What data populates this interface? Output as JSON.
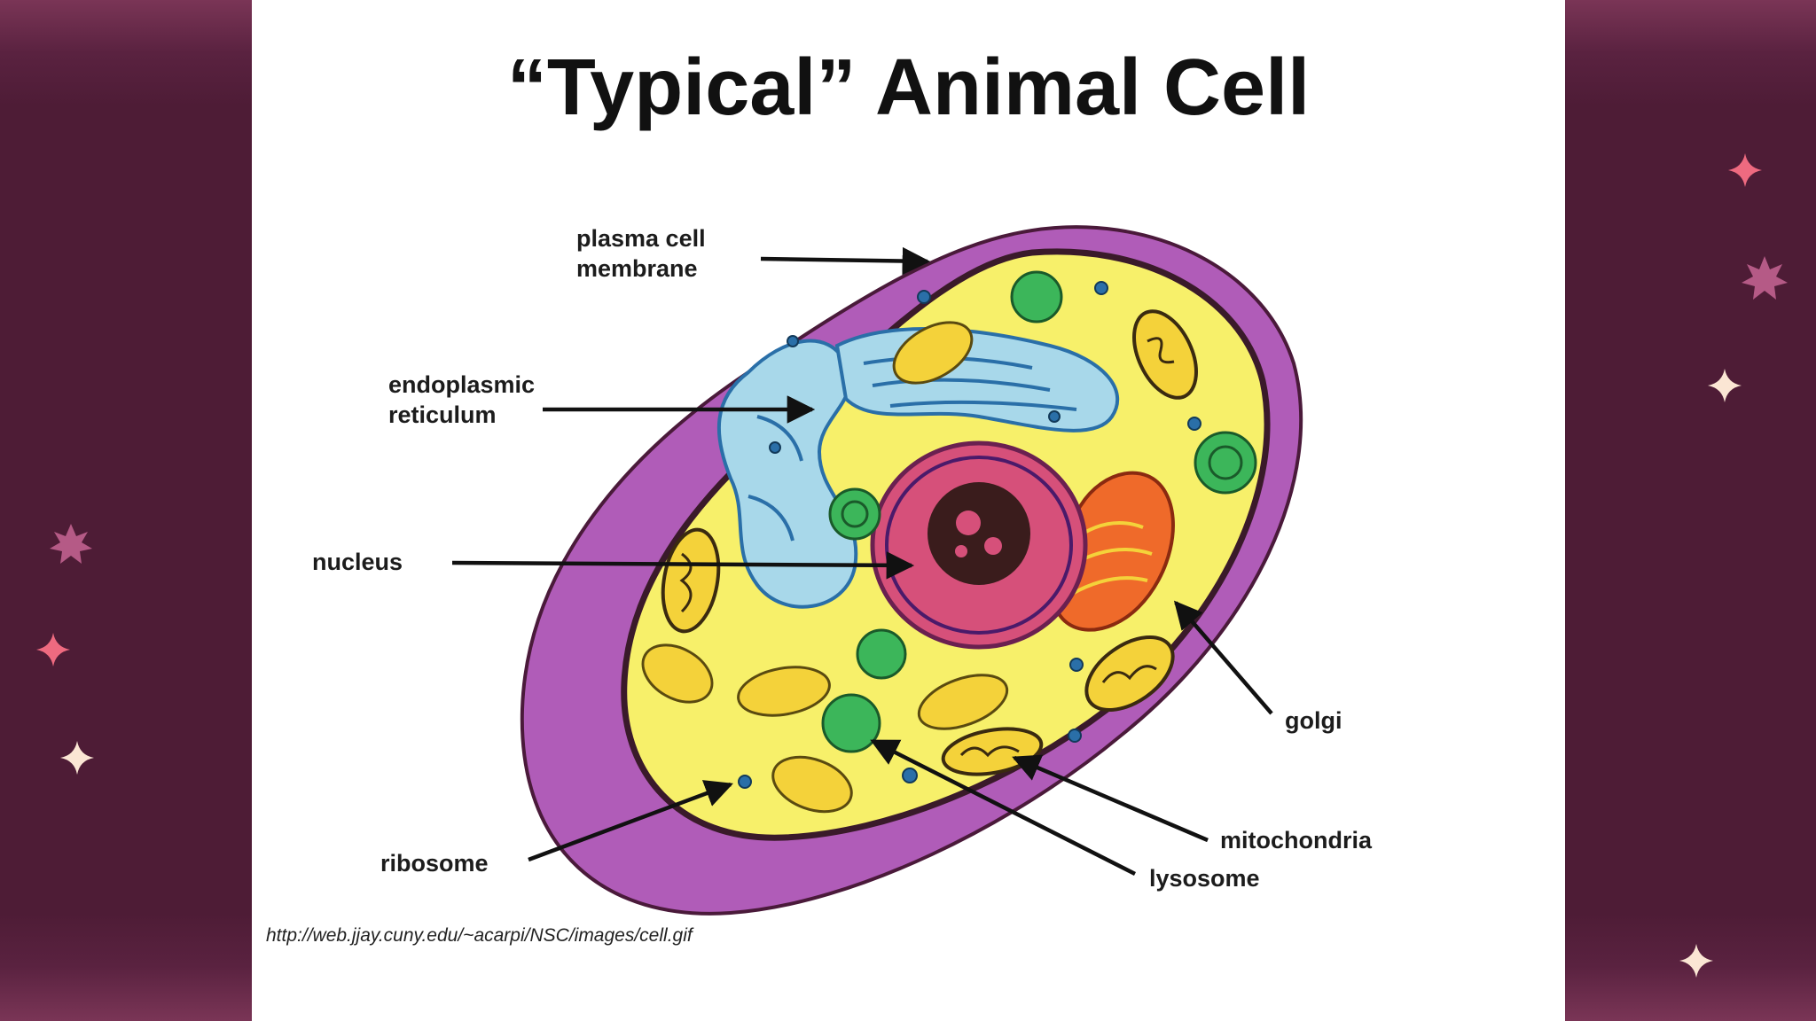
{
  "slide": {
    "title": "“Typical” Animal Cell",
    "source": "http://web.jjay.cuny.edu/~acarpi/NSC/images/cell.gif"
  },
  "labels": {
    "plasma_membrane_line1": "plasma cell",
    "plasma_membrane_line2": "membrane",
    "er_line1": "endoplasmic",
    "er_line2": "reticulum",
    "nucleus": "nucleus",
    "golgi": "golgi",
    "mitochondria": "mitochondria",
    "lysosome": "lysosome",
    "ribosome": "ribosome"
  },
  "colors": {
    "background": "#4e1c36",
    "membrane": "#b05cb8",
    "cytoplasm": "#f7f06a",
    "nucleus": "#d6507a",
    "nucleolus": "#3a1c1c",
    "er": "#a8d8ea",
    "golgi": "#ef6a2a",
    "mitochondria": "#f4d23a",
    "lysosome": "#3cb65a",
    "ribosome": "#2a6fa8",
    "sparkle_pink": "#ee6a80",
    "sparkle_cream": "#fbe6d4",
    "sparkle_mauve": "#b55a86"
  }
}
